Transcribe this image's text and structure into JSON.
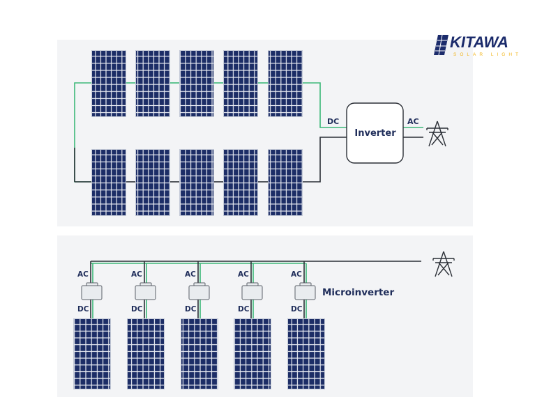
{
  "brand": {
    "name": "KITAWA",
    "tagline": "SOLAR LIGHT",
    "primary_color": "#1b2b6b",
    "accent_color": "#f2b316"
  },
  "string_system": {
    "dc_label": "DC",
    "ac_label": "AC",
    "inverter_label": "Inverter",
    "grid_icon": "transmission-tower-icon"
  },
  "micro_system": {
    "microinverter_label": "Microinverter",
    "units": [
      {
        "ac_label": "AC",
        "dc_label": "DC"
      },
      {
        "ac_label": "AC",
        "dc_label": "DC"
      },
      {
        "ac_label": "AC",
        "dc_label": "DC"
      },
      {
        "ac_label": "AC",
        "dc_label": "DC"
      },
      {
        "ac_label": "AC",
        "dc_label": "DC"
      }
    ],
    "grid_icon": "transmission-tower-icon"
  },
  "colors": {
    "panel_fill": "#1e2f63",
    "panel_cell": "#1c2d66",
    "panel_frame": "#c5cbd8",
    "section_bg": "#f3f4f6",
    "dc_wire": "#3cb878",
    "line": "#2b2f36"
  }
}
